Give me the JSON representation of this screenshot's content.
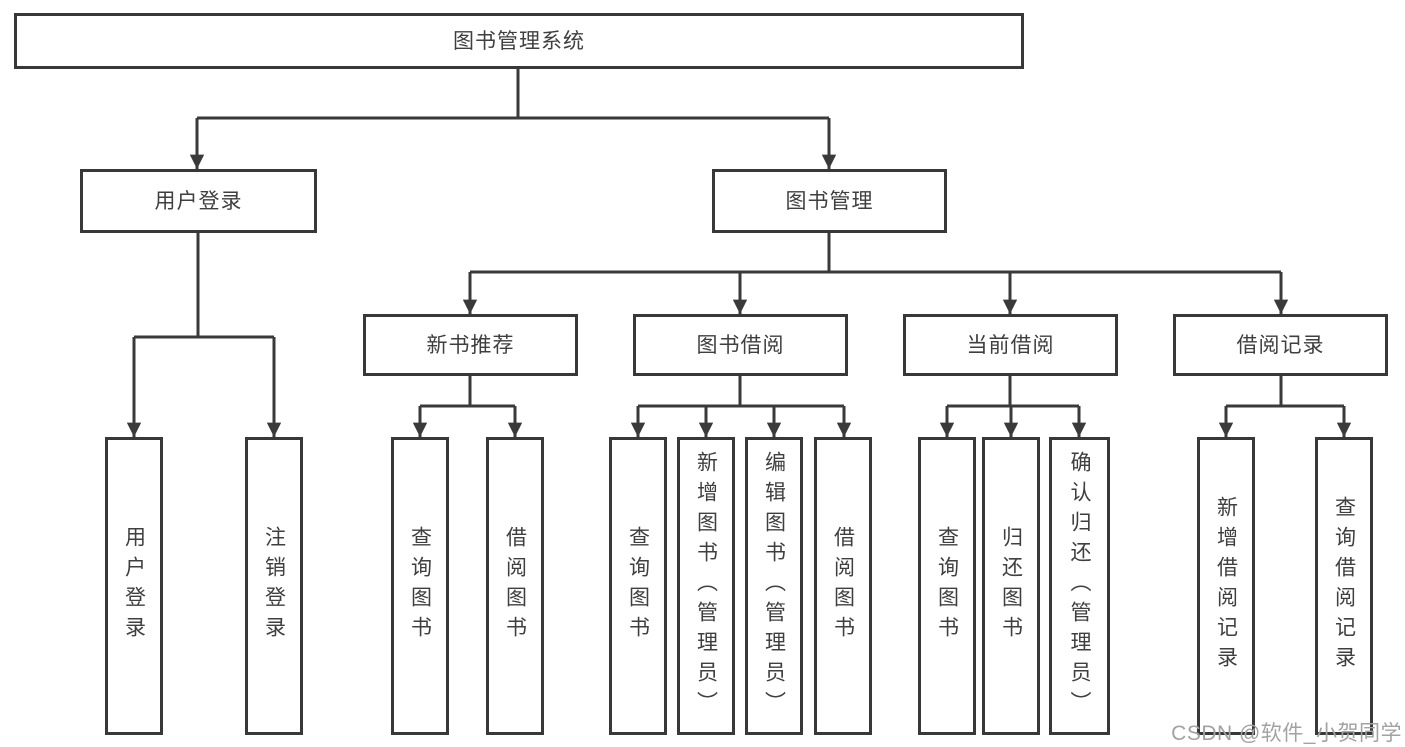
{
  "tree": {
    "root": "图书管理系统",
    "branches": [
      {
        "label": "用户登录",
        "children": [
          "用户登录",
          "注销登录"
        ]
      },
      {
        "label": "图书管理",
        "groups": [
          {
            "label": "新书推荐",
            "children": [
              "查询图书",
              "借阅图书"
            ]
          },
          {
            "label": "图书借阅",
            "children": [
              "查询图书",
              "新增图书（管理员）",
              "编辑图书（管理员）",
              "借阅图书"
            ]
          },
          {
            "label": "当前借阅",
            "children": [
              "查询图书",
              "归还图书",
              "确认归还（管理员）"
            ]
          },
          {
            "label": "借阅记录",
            "children": [
              "新增借阅记录",
              "查询借阅记录"
            ]
          }
        ]
      }
    ]
  },
  "watermark": {
    "text": "CSDN @软件_小贺同学"
  },
  "colors": {
    "line": "#3a3a3a",
    "box_border": "#383838",
    "text": "#3f3f3f",
    "watermark": "#a2a2a2",
    "background": "#ffffff"
  }
}
